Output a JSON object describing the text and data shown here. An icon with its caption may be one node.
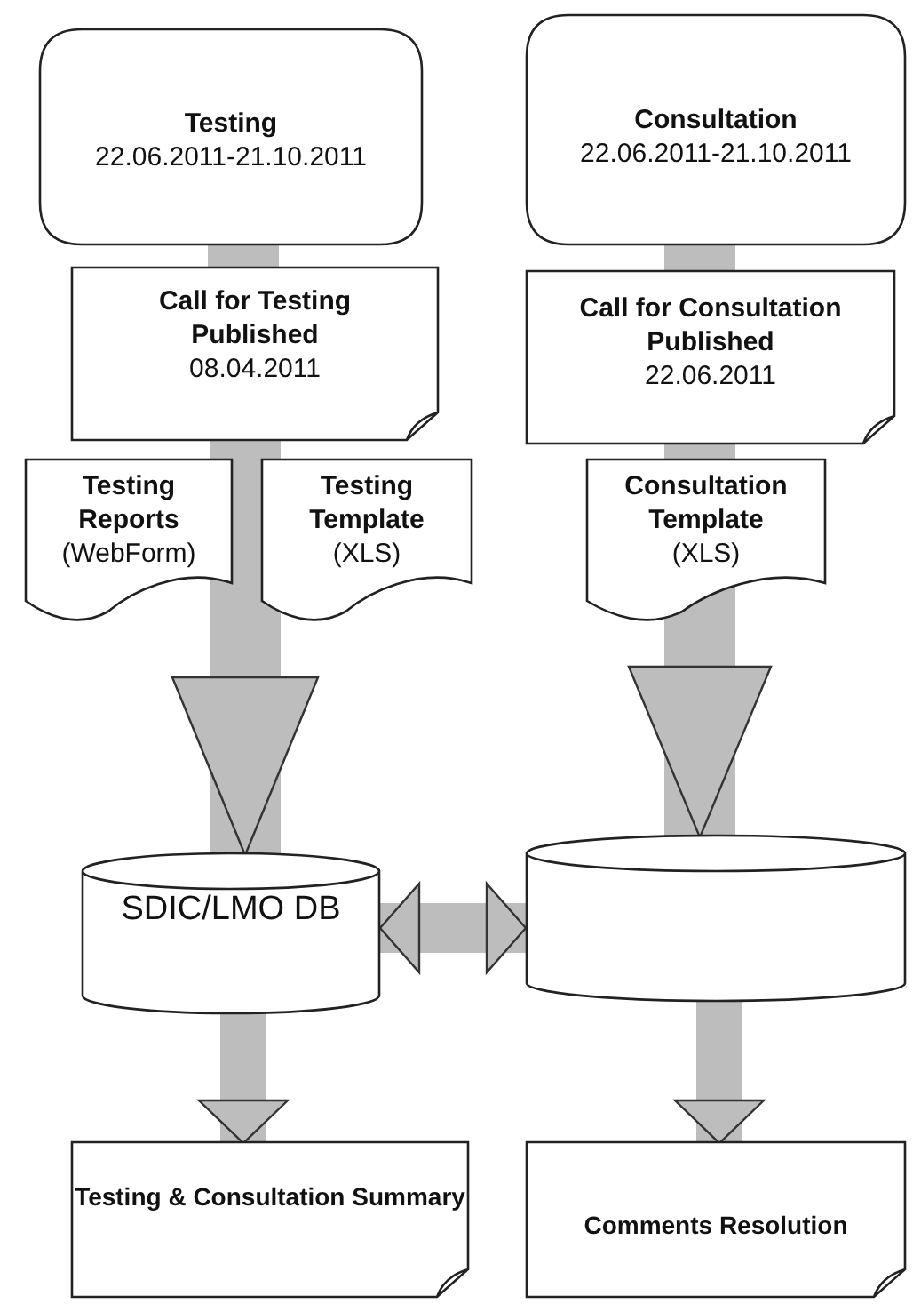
{
  "diagram": {
    "nodes": [
      {
        "text": [
          "Testing",
          "22.06.2011-21.10.2011"
        ]
      },
      {
        "text": [
          "Call for Testing Published",
          "08.04.2011"
        ]
      },
      {
        "text": [
          "Testing Reports",
          "(WebForm)"
        ]
      },
      {
        "text": [
          "Testing Template",
          "(XLS)"
        ]
      },
      {
        "text": [
          "SDIC/LMO DB"
        ]
      },
      {
        "text": [
          "Testing & Consultation Summary"
        ]
      },
      {
        "text": [
          "Consultation",
          "22.06.2011-21.10.2011"
        ]
      },
      {
        "text": [
          "Call for Consultation Published",
          "22.06.2011"
        ]
      },
      {
        "text": [
          "Consultation Template",
          "(XLS)"
        ]
      },
      {
        "text": [],
        "shape": "cylinder"
      },
      {
        "text": [
          "Comments Resolution"
        ]
      }
    ],
    "edges": [
      {
        "from": 0,
        "to": 1,
        "arrow": "none"
      },
      {
        "from": 1,
        "to": 4,
        "arrow": "to"
      },
      {
        "from": 4,
        "to": 5,
        "arrow": "to"
      },
      {
        "from": 6,
        "to": 7,
        "arrow": "none"
      },
      {
        "from": 7,
        "to": 8,
        "arrow": "none"
      },
      {
        "from": 8,
        "to": 9,
        "arrow": "to"
      },
      {
        "from": 9,
        "to": 10,
        "arrow": "to"
      },
      {
        "from": 4,
        "to": 9,
        "arrow": "both"
      }
    ]
  }
}
